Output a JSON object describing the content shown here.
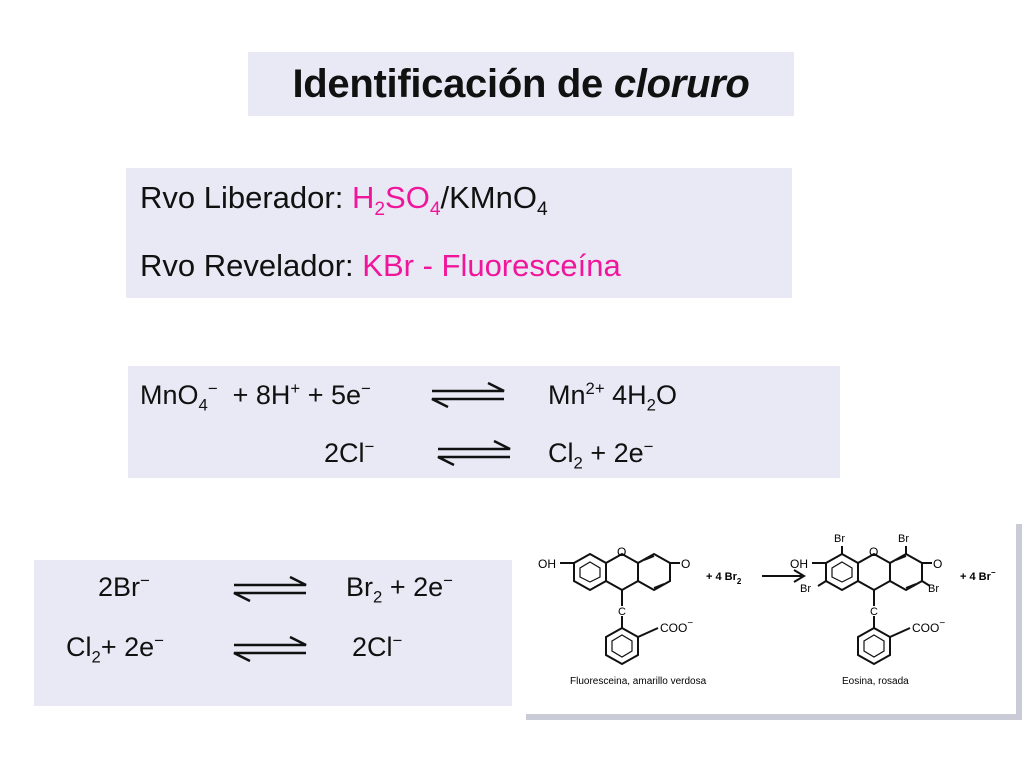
{
  "title": {
    "main": "Identificación de ",
    "italic": "cloruro"
  },
  "reagents": {
    "liberador_label": "Rvo Liberador: ",
    "liberador_value": {
      "a": "H",
      "a_sub": "2",
      "b": "SO",
      "b_sub": "4",
      "c": "/KMnO",
      "c_sub": "4"
    },
    "revelador_label": "Rvo Revelador: ",
    "revelador_value": "KBr - Fluoresceína"
  },
  "equations_1": {
    "r1_left": {
      "a": "MnO",
      "a_sub": "4",
      "a_sup": "−",
      "b": "+ 8H",
      "b_sup": "+",
      "c": "+ 5e",
      "c_sup": "−"
    },
    "r1_right": {
      "a": "Mn",
      "a_sup": "2+",
      "b": " 4H",
      "b_sub": "2",
      "c": "O"
    },
    "r2_left": {
      "a": "2Cl",
      "a_sup": "−"
    },
    "r2_right": {
      "a": "Cl",
      "a_sub": "2",
      "b": " + 2e",
      "b_sup": "−"
    }
  },
  "equations_2": {
    "r1_left": {
      "a": "2Br",
      "a_sup": "−"
    },
    "r1_right": {
      "a": "Br",
      "a_sub": "2",
      "b": " + 2e",
      "b_sup": "−"
    },
    "r2_left": {
      "a": "Cl",
      "a_sub": "2",
      "b": "+ 2e",
      "b_sup": "−"
    },
    "r2_right": {
      "a": "2Cl",
      "a_sup": "−"
    }
  },
  "figure": {
    "oh": "OH",
    "o_ring": "O",
    "o_keto": "O",
    "c": "C",
    "coo": "COO",
    "coo_sup": "−",
    "reagent": "+ 4 Br",
    "reagent_sub": "2",
    "br": "Br",
    "byproduct": "+ 4 Br",
    "byproduct_sup": "−",
    "caption_left": "Fluoresceina, amarillo verdosa",
    "caption_right": "Eosina, rosada"
  },
  "colors": {
    "highlight": "#f0169b",
    "box": "#e8e9f4"
  }
}
